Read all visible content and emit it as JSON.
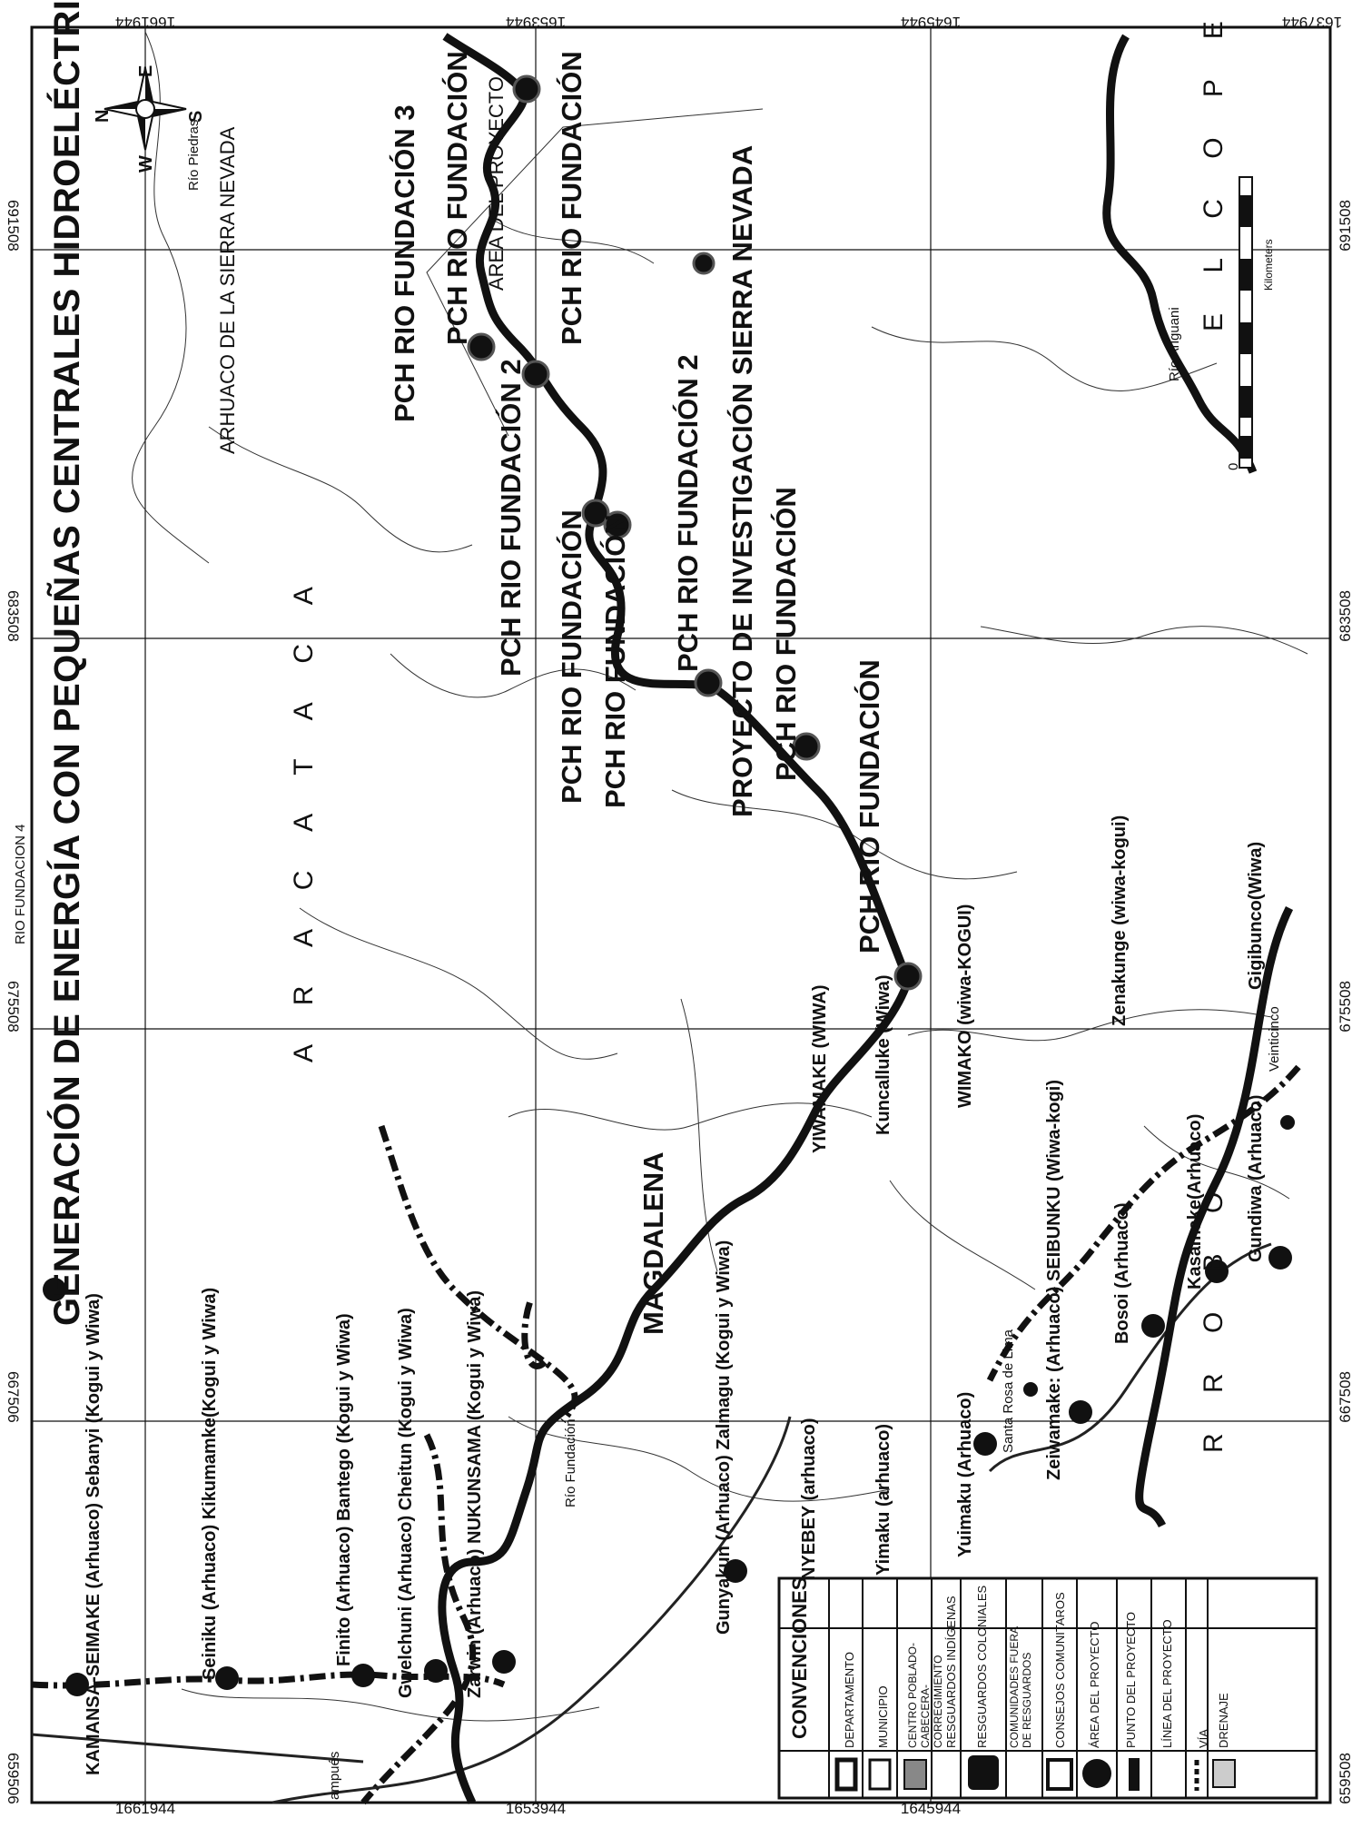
{
  "map_title": "GENERACIÓN DE ENERGÍA CON PEQUEÑAS CENTRALES HIDROELÉCTRICAS PCH",
  "frame_labels": {
    "top_x": [
      "1661944",
      "1653944",
      "1645944",
      "1637944"
    ],
    "bottom_x": [
      "1661944",
      "1653944",
      "1645944"
    ],
    "left_y": [
      "659506",
      "667506",
      "675508",
      "683508",
      "691508"
    ],
    "right_y": [
      "659508",
      "667508",
      "675508",
      "683508",
      "691508"
    ]
  },
  "cut_top_text": "RIO FUNDACION 4",
  "regions": {
    "aracataca": "A R A C A T A C A",
    "magdalena": "MAGDALENA",
    "el_copey": "E L   C O P E Y",
    "arrobo": "R R O B O",
    "arhuaco_sierra": "ARHUACO DE LA SIERRA NEVADA"
  },
  "communities": [
    "KAMANSA-SEIMAKE (Arhuaco) Sebanyi (Kogui y Wiwa)",
    "Seiniku (Arhuaco) Kikumamke(Kogui y Wiwa)",
    "Finito (Arhuaco) Bantego (Kogui y Wiwa)",
    "Gwelchuni (Arhuaco) Cheitun (Kogui y Wiwa)",
    "Zarwin (Arhuaco) NUKUNSAMA (Kogui y Wiwa)",
    "Gunyakun (Arhuaco) Zalmagu (Kogui y Wiwa)",
    "NYEBEY (arhuaco)",
    "Yimaku (arhuaco)",
    "Yuimaku (Arhuaco)",
    "Zeiwamake: (Arhuaco) SEIBUNKU (Wiwa-kogi)",
    "Bosoi (Arhuaco)",
    "Kasamake(Arhuaco)",
    "Gundiwa (Arhuaco)",
    "YIWAMAKE (WIWA)",
    "Kuncalluke (Wiwa)",
    "WIMAKO (wiwa-KOGUI)",
    "Zenakunge  (wiwa-kogui)",
    "Gigibunco(Wiwa)"
  ],
  "projects": [
    "PCH RIO FUNDACIÓN",
    "PCH RIO FUNDACIÓN",
    "PROYECTO DE INVESTIGACIÓN SIERRA NEVADA",
    "PCH RIO FUNDACIÓN 2",
    "PCH RIO FUNDACIÓN 2",
    "PCH RIO FUNDACIÓN 3",
    "PCH RIO FUNDACIÓN",
    "PCH RIO FUNDACIÓN",
    "PCH RIO FUNDACIÓN",
    "ÁREA DEL PROYECTO",
    "PCH RIO FUNDACIÓN"
  ],
  "places": {
    "santa_rosa": "Santa Rosa de Lima",
    "campues": "ampués",
    "veinticinco": "Veinticinco"
  },
  "rivers": {
    "fundacion": "Río Fundación",
    "ariguani": "Río Ariguani",
    "piedras": "Río Piedras"
  },
  "compass": {
    "n": "N",
    "s": "S",
    "e": "E",
    "w": "W"
  },
  "scale": {
    "zero": "0",
    "unit": "Kilometers"
  },
  "legend": {
    "title": "CONVENCIONES",
    "items": [
      "DEPARTAMENTO",
      "MUNICIPIO",
      "CENTRO POBLADO-CABECERA-CORREGIMIENTO",
      "RESGUARDOS INDÍGENAS",
      "RESGUARDOS COLONIALES",
      "COMUNIDADES FUERA DE RESGUARDOS",
      "CONSEJOS COMUNITAROS",
      "ÁREA DEL PROYECTO",
      "PUNTO DEL PROYECTO",
      "LÍNEA DEL PROYECTO",
      "VÍA",
      "DRENAJE"
    ]
  }
}
